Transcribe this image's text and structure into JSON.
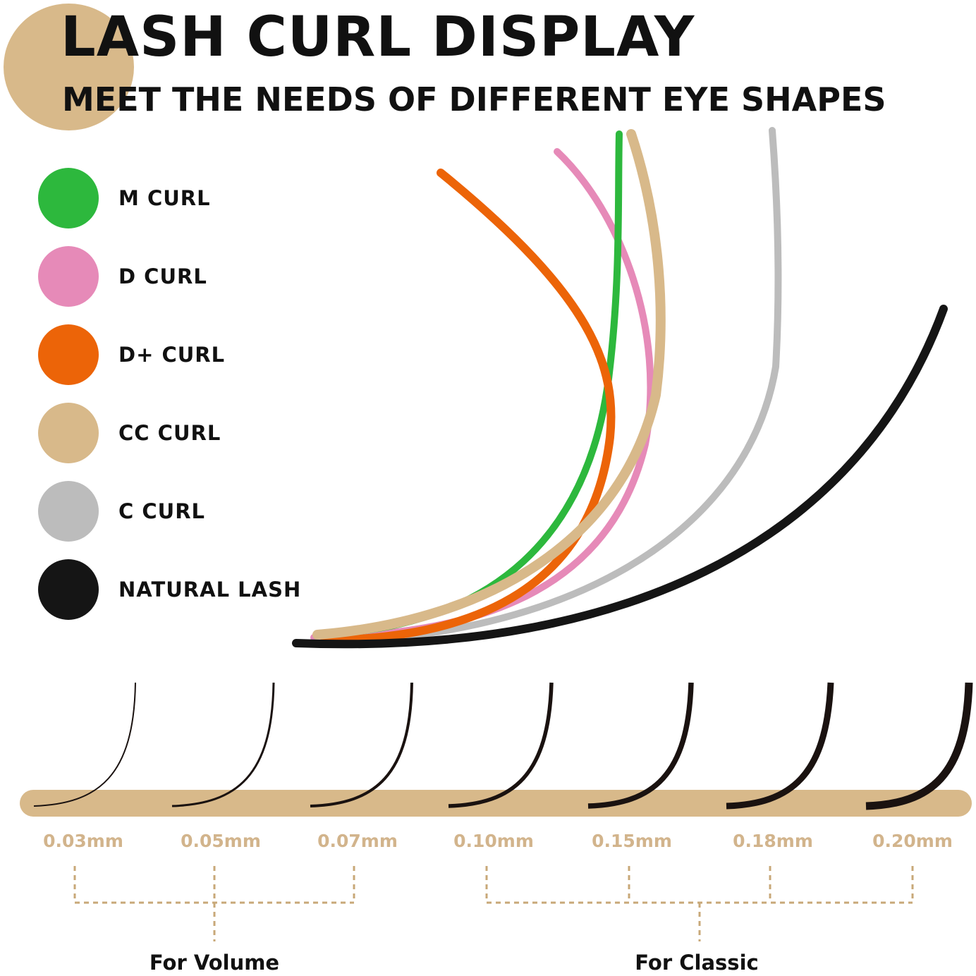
{
  "header": {
    "title": "LASH CURL DISPLAY",
    "subtitle": "MEET THE NEEDS OF DIFFERENT EYE SHAPES"
  },
  "legend": {
    "items": [
      {
        "label": "M CURL",
        "color": "#2db83d"
      },
      {
        "label": "D CURL",
        "color": "#e68ab8"
      },
      {
        "label": "D+ CURL",
        "color": "#ec6408"
      },
      {
        "label": "CC CURL",
        "color": "#d8b98a"
      },
      {
        "label": "C CURL",
        "color": "#bcbcbc"
      },
      {
        "label": "NATURAL LASH",
        "color": "#151515"
      }
    ]
  },
  "thickness": {
    "sizes": [
      "0.03mm",
      "0.05mm",
      "0.07mm",
      "0.10mm",
      "0.15mm",
      "0.18mm",
      "0.20mm"
    ],
    "groups": [
      {
        "label": "For Volume"
      },
      {
        "label": "For Classic"
      }
    ]
  },
  "colors": {
    "accent": "#d8b98a",
    "size_text": "#d2b48c",
    "bracket": "#c8a878",
    "lash": "#1a1210"
  }
}
